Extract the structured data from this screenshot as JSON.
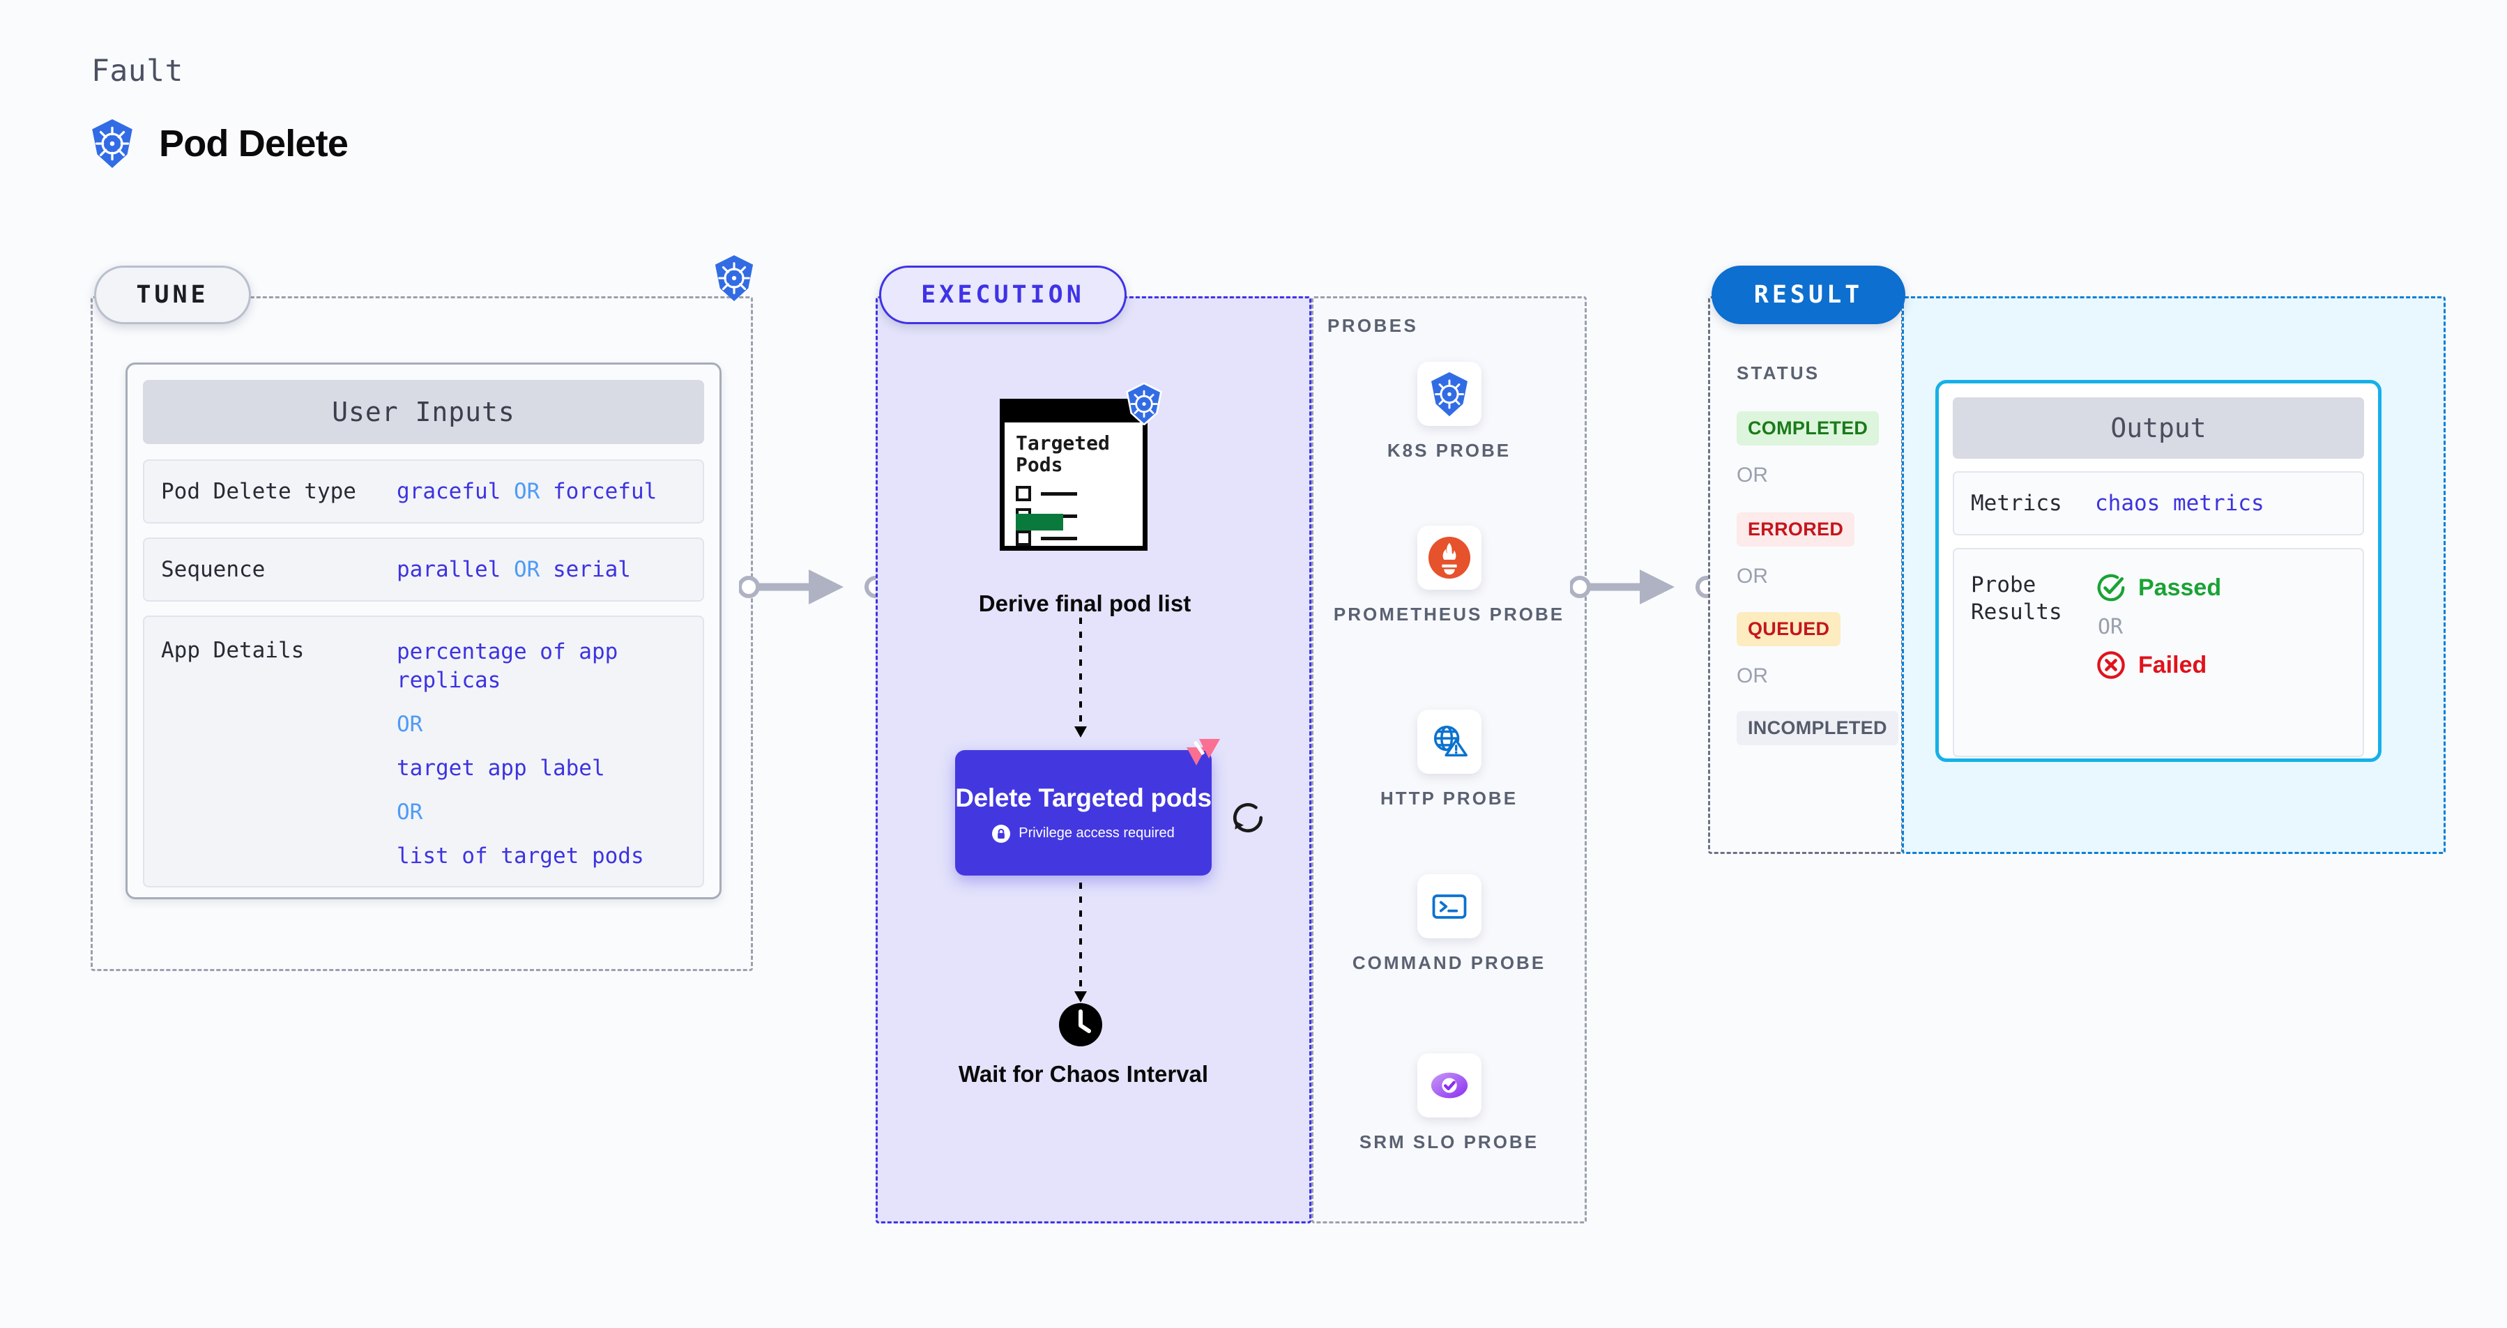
{
  "header": {
    "kicker": "Fault",
    "title": "Pod Delete",
    "icon": "kubernetes-icon"
  },
  "tune": {
    "pill_label": "TUNE",
    "badge_icon": "kubernetes-icon",
    "card_title": "User Inputs",
    "rows": [
      {
        "key": "Pod Delete type",
        "value_a": "graceful",
        "or": "OR",
        "value_b": "forceful"
      },
      {
        "key": "Sequence",
        "value_a": "parallel",
        "or": "OR",
        "value_b": "serial"
      }
    ],
    "app_details": {
      "key": "App Details",
      "option_1": "percentage of app replicas",
      "or_1": "OR",
      "option_2": "target app label",
      "or_2": "OR",
      "option_3": "list of target pods"
    }
  },
  "execution": {
    "pill_label": "EXECUTION",
    "node_1": {
      "doc_title": "Targeted Pods",
      "badge_icon": "kubernetes-icon",
      "label": "Derive final pod list"
    },
    "node_2": {
      "title": "Delete Targeted pods",
      "privilege_note": "Privilege access required",
      "lock_icon": "lock-icon",
      "chaos_icon": "harness-chaos-icon",
      "retry_icon": "retry-loop-icon"
    },
    "node_3": {
      "icon": "clock-icon",
      "label": "Wait for Chaos Interval"
    }
  },
  "probes": {
    "section_label": "PROBES",
    "items": [
      {
        "name": "K8S PROBE",
        "icon": "kubernetes-icon"
      },
      {
        "name": "PROMETHEUS PROBE",
        "icon": "prometheus-icon"
      },
      {
        "name": "HTTP PROBE",
        "icon": "globe-warning-icon"
      },
      {
        "name": "COMMAND PROBE",
        "icon": "terminal-icon"
      },
      {
        "name": "SRM SLO PROBE",
        "icon": "srm-slo-icon"
      }
    ]
  },
  "result": {
    "pill_label": "RESULT",
    "status_label": "STATUS",
    "or_label": "OR",
    "statuses": [
      {
        "label": "COMPLETED",
        "bg": "#dcf5dc",
        "fg": "#1a7a1a"
      },
      {
        "label": "ERRORED",
        "bg": "#fdeaea",
        "fg": "#c4161c"
      },
      {
        "label": "QUEUED",
        "bg": "#fcecc0",
        "fg": "#c4161c"
      },
      {
        "label": "INCOMPLETED",
        "bg": "#eef0f5",
        "fg": "#555b6b"
      }
    ]
  },
  "output": {
    "card_title": "Output",
    "metrics_key": "Metrics",
    "metrics_value": "chaos metrics",
    "probe_results_key": "Probe Results",
    "passed_label": "Passed",
    "passed_icon": "check-circle-icon",
    "or_label": "OR",
    "failed_label": "Failed",
    "failed_icon": "x-circle-icon"
  },
  "colors": {
    "accent_purple": "#4338e0",
    "accent_blue": "#0d6fcf",
    "k8s_blue": "#326ce5",
    "value_purple": "#3d33e0",
    "or_blue": "#4f9bf7",
    "pass_green": "#19a334",
    "fail_red": "#e0121b",
    "output_cyan": "#16b0e8"
  }
}
